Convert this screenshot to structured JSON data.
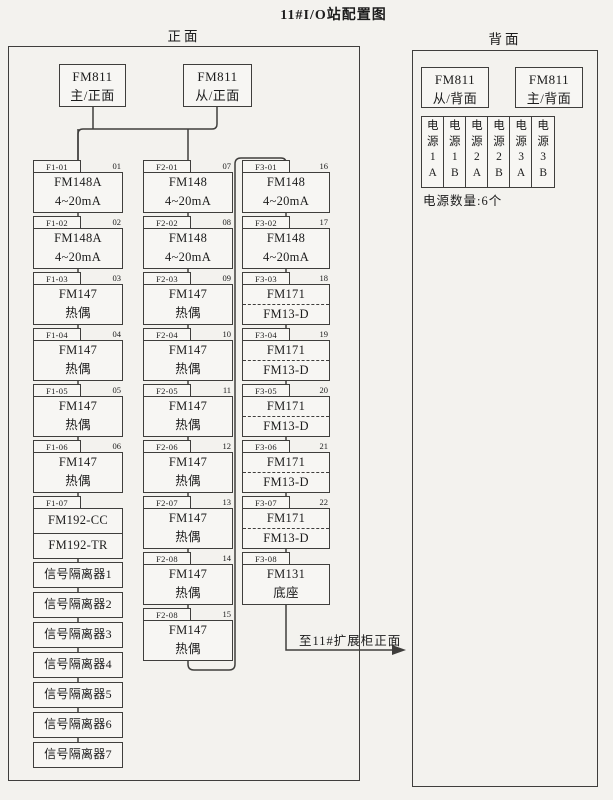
{
  "title": "11#I/O站配置图",
  "colors": {
    "line": "#3f3e3c",
    "paper": "#f3f2ee",
    "text": "#1c1c1c"
  },
  "front": {
    "label": "正面",
    "controllers": [
      {
        "line1": "FM811",
        "line2": "主/正面"
      },
      {
        "line1": "FM811",
        "line2": "从/正面"
      }
    ],
    "columns": [
      {
        "id": "F1",
        "modules": [
          {
            "tag": "F1-01",
            "slot": "01",
            "line1": "FM148A",
            "line2": "4~20mA"
          },
          {
            "tag": "F1-02",
            "slot": "02",
            "line1": "FM148A",
            "line2": "4~20mA"
          },
          {
            "tag": "F1-03",
            "slot": "03",
            "line1": "FM147",
            "line2": "热偶"
          },
          {
            "tag": "F1-04",
            "slot": "04",
            "line1": "FM147",
            "line2": "热偶"
          },
          {
            "tag": "F1-05",
            "slot": "05",
            "line1": "FM147",
            "line2": "热偶"
          },
          {
            "tag": "F1-06",
            "slot": "06",
            "line1": "FM147",
            "line2": "热偶"
          },
          {
            "tag": "F1-07",
            "slot": "",
            "boxes": [
              "FM192-CC",
              "FM192-TR"
            ]
          }
        ],
        "isolators": [
          "信号隔离器1",
          "信号隔离器2",
          "信号隔离器3",
          "信号隔离器4",
          "信号隔离器5",
          "信号隔离器6",
          "信号隔离器7"
        ]
      },
      {
        "id": "F2",
        "modules": [
          {
            "tag": "F2-01",
            "slot": "07",
            "line1": "FM148",
            "line2": "4~20mA"
          },
          {
            "tag": "F2-02",
            "slot": "08",
            "line1": "FM148",
            "line2": "4~20mA"
          },
          {
            "tag": "F2-03",
            "slot": "09",
            "line1": "FM147",
            "line2": "热偶"
          },
          {
            "tag": "F2-04",
            "slot": "10",
            "line1": "FM147",
            "line2": "热偶"
          },
          {
            "tag": "F2-05",
            "slot": "11",
            "line1": "FM147",
            "line2": "热偶"
          },
          {
            "tag": "F2-06",
            "slot": "12",
            "line1": "FM147",
            "line2": "热偶"
          },
          {
            "tag": "F2-07",
            "slot": "13",
            "line1": "FM147",
            "line2": "热偶"
          },
          {
            "tag": "F2-08",
            "slot": "14",
            "line1": "FM147",
            "line2": "热偶"
          },
          {
            "tag": "F2-08",
            "slot": "15",
            "line1": "FM147",
            "line2": "热偶"
          }
        ]
      },
      {
        "id": "F3",
        "modules": [
          {
            "tag": "F3-01",
            "slot": "16",
            "line1": "FM148",
            "line2": "4~20mA"
          },
          {
            "tag": "F3-02",
            "slot": "17",
            "line1": "FM148",
            "line2": "4~20mA"
          },
          {
            "tag": "F3-03",
            "slot": "18",
            "line1": "FM171",
            "line2": "FM13-D",
            "dashed": true
          },
          {
            "tag": "F3-04",
            "slot": "19",
            "line1": "FM171",
            "line2": "FM13-D",
            "dashed": true
          },
          {
            "tag": "F3-05",
            "slot": "20",
            "line1": "FM171",
            "line2": "FM13-D",
            "dashed": true
          },
          {
            "tag": "F3-06",
            "slot": "21",
            "line1": "FM171",
            "line2": "FM13-D",
            "dashed": true
          },
          {
            "tag": "F3-07",
            "slot": "22",
            "line1": "FM171",
            "line2": "FM13-D",
            "dashed": true
          },
          {
            "tag": "F3-08",
            "slot": "",
            "line1": "FM131",
            "line2": "底座"
          }
        ]
      }
    ],
    "arrow_label": "至11#扩展柜正面"
  },
  "back": {
    "label": "背面",
    "controllers": [
      {
        "line1": "FM811",
        "line2": "从/背面"
      },
      {
        "line1": "FM811",
        "line2": "主/背面"
      }
    ],
    "power_cells": [
      "电源1A",
      "电源1B",
      "电源2A",
      "电源2B",
      "电源3A",
      "电源3B"
    ],
    "power_note": "电源数量:6个"
  }
}
